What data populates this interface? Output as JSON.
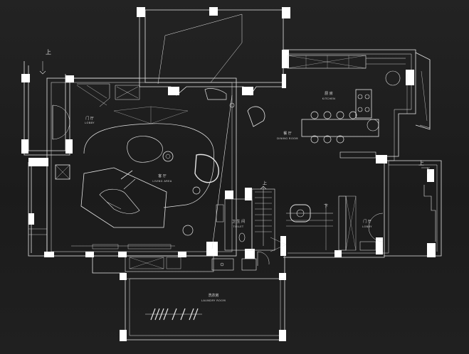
{
  "colors": {
    "background": "#1f1f1f",
    "line": "#e6e6e6",
    "fill": "#ffffff"
  },
  "rooms": {
    "lobby_left": {
      "cn": "门 厅",
      "en": "LOBBY"
    },
    "living": {
      "cn": "客 厅",
      "en": "LIVING AREA"
    },
    "kitchen": {
      "cn": "厨 房",
      "en": "KITCHEN"
    },
    "dining": {
      "cn": "餐 厅",
      "en": "DINING ROOM"
    },
    "toilet": {
      "cn": "卫 生 间",
      "en": "TOILET"
    },
    "lobby_right": {
      "cn": "门 厅",
      "en": "LOBBY"
    },
    "laundry": {
      "cn": "洗衣房",
      "en": "LAUNDRY ROOM"
    }
  },
  "markers": {
    "up_left": "上",
    "up_right": "上",
    "stair_up": "上",
    "stair_down": "下"
  }
}
